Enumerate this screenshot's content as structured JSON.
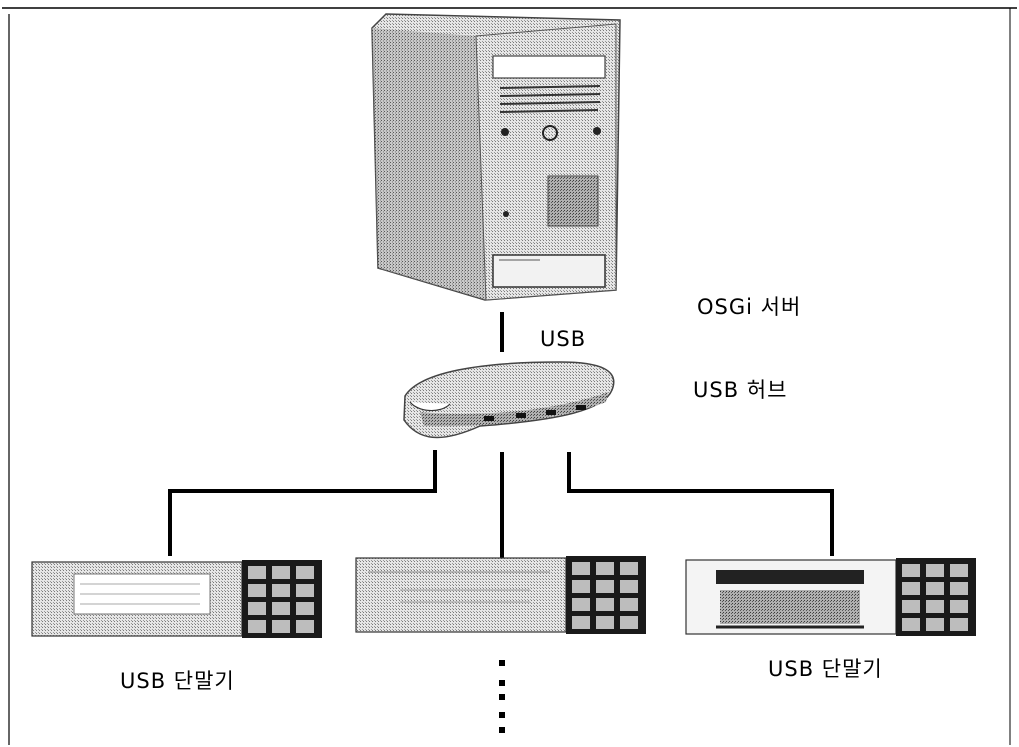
{
  "labels": {
    "server": "OSGi 서버",
    "usb_link": "USB",
    "hub": "USB 허브",
    "terminal_left": "USB 단말기",
    "terminal_right": "USB 단말기"
  },
  "colors": {
    "line": "#000000",
    "dither_fill": "#c8c8c8",
    "keypad_bg": "#1a1a1a",
    "keypad_key": "#bdbdbd"
  },
  "icons": {
    "server": "server-tower-icon",
    "hub": "usb-hub-icon",
    "terminal": "usb-terminal-icon",
    "continuation": "vertical-ellipsis-icon"
  }
}
